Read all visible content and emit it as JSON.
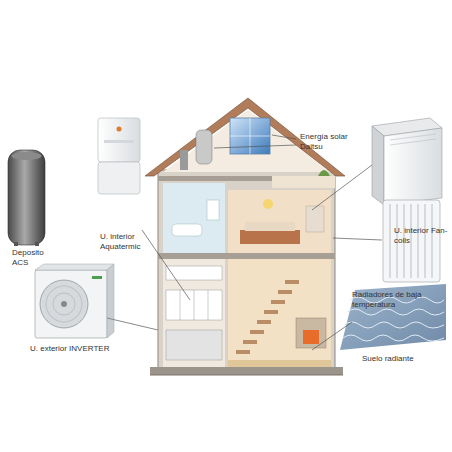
{
  "diagram": {
    "labels": [
      "Energía solar Daitsu",
      "U. interior Fan-coils",
      "U. interior Aquatermic",
      "Deposito ACS",
      "Radiadores de baja temperatura",
      "U. exterior INVERTER",
      "Suelo radiante"
    ]
  }
}
